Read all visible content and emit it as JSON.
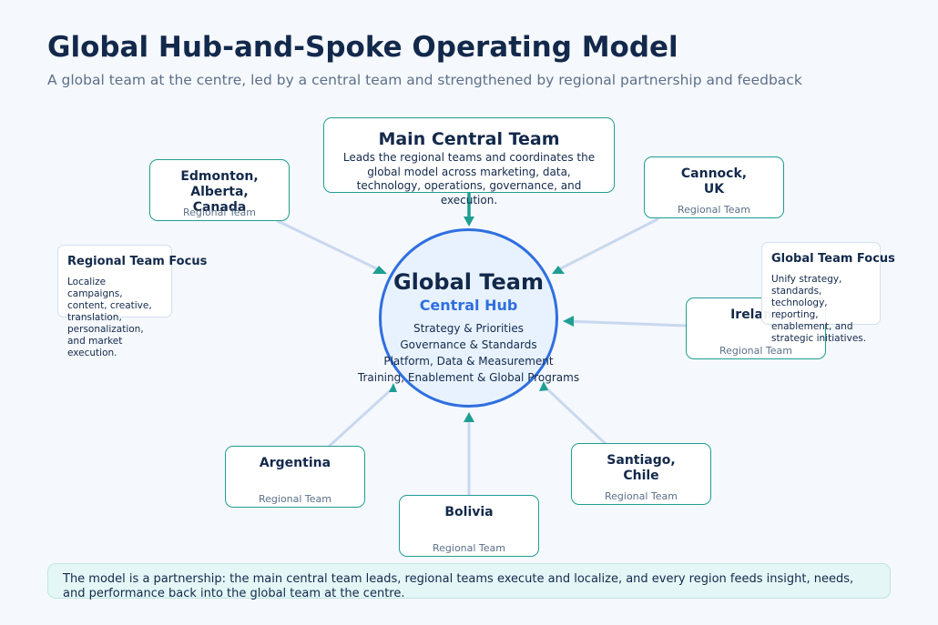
{
  "header": {
    "title": "Global Hub-and-Spoke Operating Model",
    "subtitle": "A global team at the centre, led by a central team and strengthened by regional partnership and feedback"
  },
  "colors": {
    "accent": "#1f9e94",
    "hub": "#2f6fdf",
    "connector": "#c9d8ef",
    "text": "#13294b"
  },
  "main_team": {
    "title": "Main Central Team",
    "description": "Leads the regional teams and coordinates the global model across marketing, data, technology, operations, governance, and execution."
  },
  "hub": {
    "title": "Global Team",
    "subtitle": "Central Hub",
    "lines": [
      "Strategy & Priorities",
      "Governance & Standards",
      "Platform, Data & Measurement",
      "Training, Enablement & Global Programs"
    ]
  },
  "regions": [
    {
      "name": "Edmonton, Alberta, Canada",
      "role": "Regional Team"
    },
    {
      "name": "Cannock, UK",
      "role": "Regional Team"
    },
    {
      "name": "Ireland",
      "role": "Regional Team"
    },
    {
      "name": "Argentina",
      "role": "Regional Team"
    },
    {
      "name": "Bolivia",
      "role": "Regional Team"
    },
    {
      "name": "Santiago, Chile",
      "role": "Regional Team"
    }
  ],
  "regional_focus": {
    "title": "Regional Team Focus",
    "text": "Localize campaigns, content, creative, translation, personalization, and market execution."
  },
  "global_focus": {
    "title": "Global Team Focus",
    "text": "Unify strategy, standards, technology, reporting, enablement, and strategic initiatives."
  },
  "footer": {
    "text": "The model is a partnership: the main central team leads, regional teams execute and localize, and every region feeds insight, needs, and performance back into the global team at the centre."
  }
}
